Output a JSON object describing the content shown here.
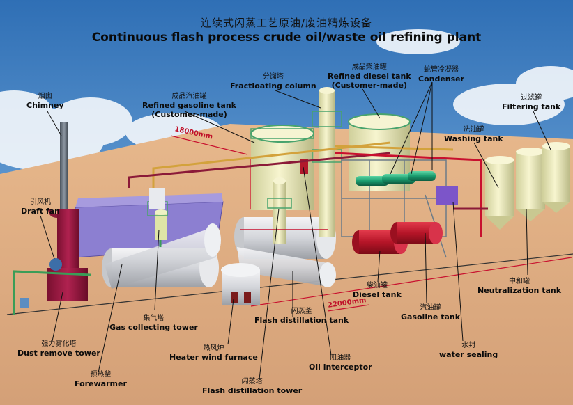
{
  "title_cn": "连续式闪蒸工艺原油/废油精炼设备",
  "title_en": "Continuous flash process crude oil/waste oil refining plant",
  "dimensions": {
    "length": "18000mm",
    "width": "22000mm"
  },
  "labels": {
    "chimney": {
      "cn": "烟囱",
      "en": "Chimney"
    },
    "draft_fan": {
      "cn": "引风机",
      "en": "Draft fan"
    },
    "refined_gasoline_tank": {
      "cn": "成品汽油罐",
      "en": "Refined gasoline tank",
      "en2": "(Customer-made)"
    },
    "fractionating_column": {
      "cn": "分馏塔",
      "en": "Fractioating column"
    },
    "refined_diesel_tank": {
      "cn": "成品柴油罐",
      "en": "Refined diesel tank",
      "en2": "(Customer-made)"
    },
    "condenser": {
      "cn": "蛇管冷凝器",
      "en": "Condenser"
    },
    "filtering_tank": {
      "cn": "过滤罐",
      "en": "Filtering tank"
    },
    "washing_tank": {
      "cn": "洗油罐",
      "en": "Washing tank"
    },
    "neutralization_tank": {
      "cn": "中和罐",
      "en": "Neutralization tank"
    },
    "diesel_tank": {
      "cn": "柴油罐",
      "en": "Diesel tank"
    },
    "gasoline_tank": {
      "cn": "汽油罐",
      "en": "Gasoline tank"
    },
    "water_sealing": {
      "cn": "水封",
      "en": "water sealing"
    },
    "flash_distillation_tank": {
      "cn": "闪蒸釜",
      "en": "Flash distillation tank"
    },
    "oil_interceptor": {
      "cn": "阻油器",
      "en": "Oil interceptor"
    },
    "flash_distillation_tower": {
      "cn": "闪蒸塔",
      "en": "Flash distillation tower"
    },
    "heater_wind_furnace": {
      "cn": "热风炉",
      "en": "Heater wind furnace"
    },
    "gas_collecting_tower": {
      "cn": "集气塔",
      "en": "Gas collecting tower"
    },
    "dust_remove_tower": {
      "cn": "强力雾化塔",
      "en": "Dust remove tower"
    },
    "forewarmer": {
      "cn": "预热釜",
      "en": "Forewarmer"
    }
  }
}
